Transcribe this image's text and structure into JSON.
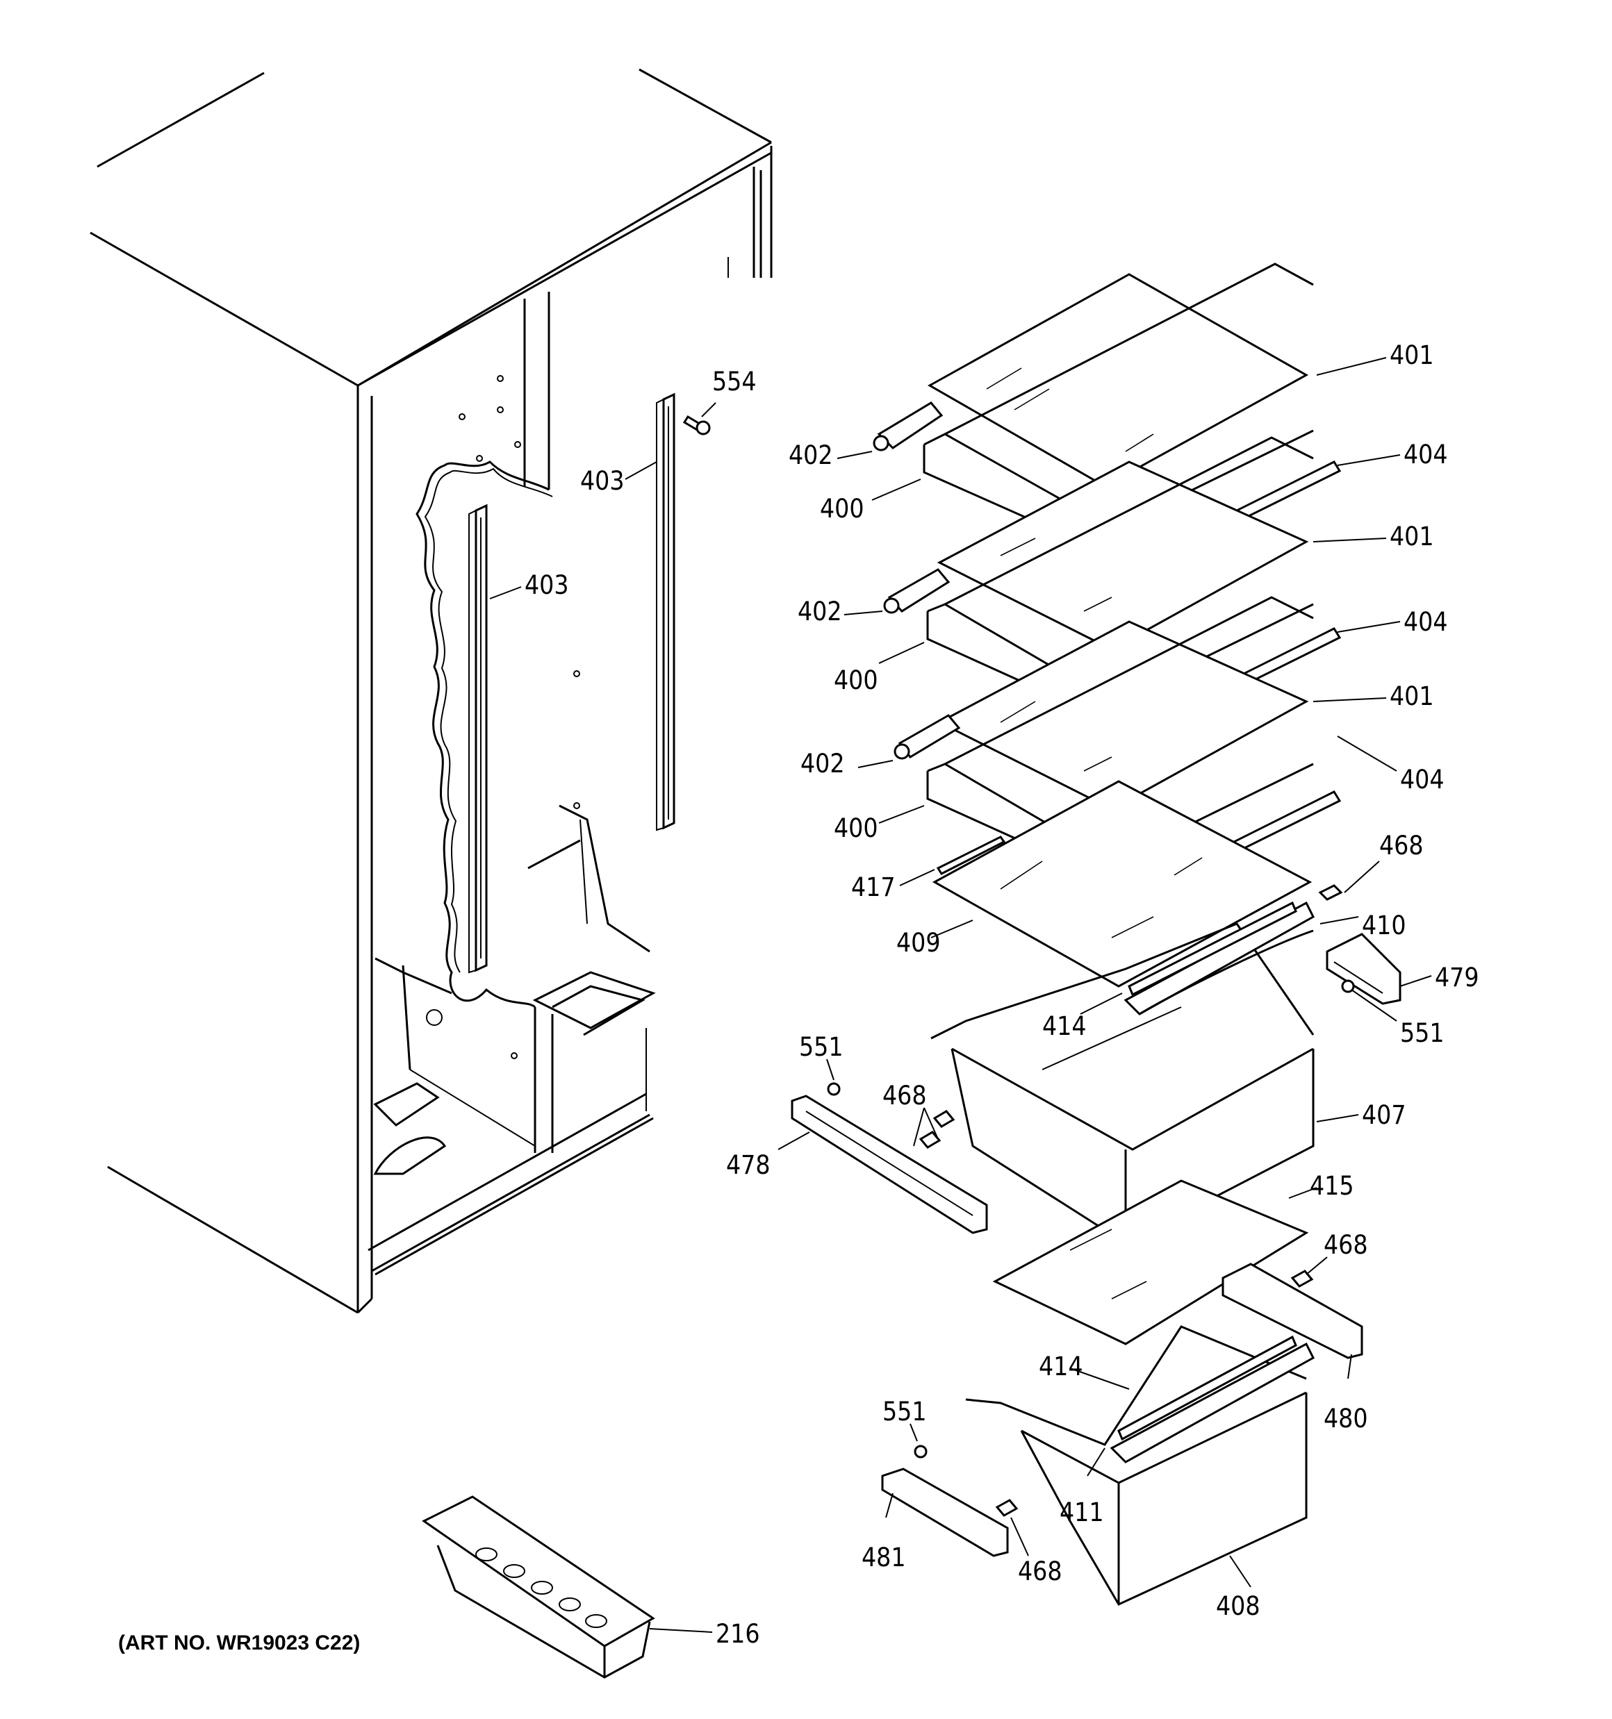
{
  "labels": {
    "l401a": "401",
    "l401b": "401",
    "l401c": "401",
    "l402a": "402",
    "l402b": "402",
    "l402c": "402",
    "l400a": "400",
    "l400b": "400",
    "l400c": "400",
    "l404a": "404",
    "l404b": "404",
    "l404c": "404",
    "l403a": "403",
    "l403b": "403",
    "l554": "554",
    "l417": "417",
    "l409": "409",
    "l410": "410",
    "l414a": "414",
    "l414b": "414",
    "l468a": "468",
    "l468b": "468",
    "l468c": "468",
    "l468d": "468",
    "l479": "479",
    "l480": "480",
    "l481": "481",
    "l478": "478",
    "l551a": "551",
    "l551b": "551",
    "l551c": "551",
    "l407": "407",
    "l408": "408",
    "l415": "415",
    "l411": "411",
    "l216": "216"
  },
  "caption": "(ART NO. WR19023 C22)"
}
